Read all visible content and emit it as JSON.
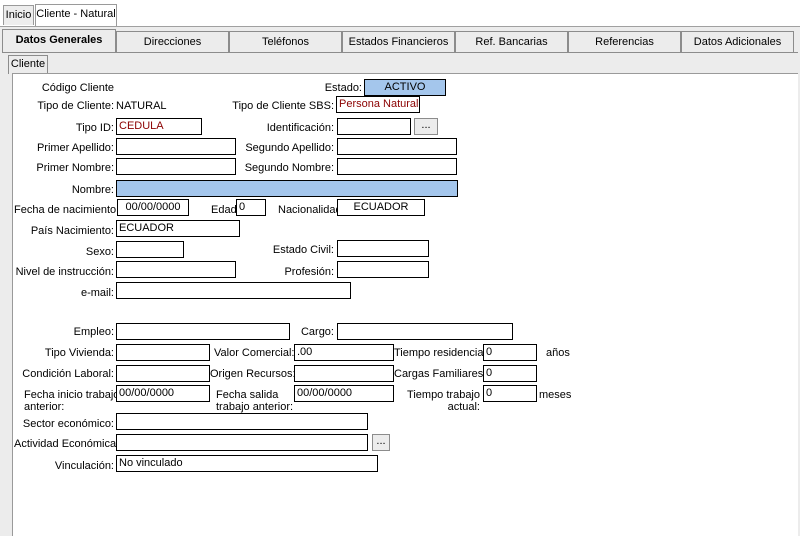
{
  "top_tabs": [
    "Inicio",
    "Cliente - Natural"
  ],
  "tabs": [
    "Datos Generales",
    "Direcciones",
    "Teléfonos",
    "Estados Financieros",
    "Ref. Bancarias",
    "Referencias",
    "Datos Adicionales"
  ],
  "subtab": "Cliente",
  "form": {
    "codigo_cliente_label": "Código Cliente",
    "estado_label": "Estado:",
    "estado_value": "ACTIVO",
    "tipo_cliente_label": "Tipo de Cliente:",
    "tipo_cliente_value": "NATURAL",
    "tipo_cliente_sbs_label": "Tipo de Cliente SBS:",
    "tipo_cliente_sbs_value": "Persona Natural",
    "tipo_id_label": "Tipo ID:",
    "tipo_id_value": "CEDULA",
    "identificacion_label": "Identificación:",
    "identificacion_value": "",
    "browse_label": "...",
    "primer_apellido_label": "Primer Apellido:",
    "primer_apellido_value": "",
    "segundo_apellido_label": "Segundo Apellido:",
    "segundo_apellido_value": "",
    "primer_nombre_label": "Primer Nombre:",
    "primer_nombre_value": "",
    "segundo_nombre_label": "Segundo Nombre:",
    "segundo_nombre_value": "",
    "nombre_label": "Nombre:",
    "nombre_value": "",
    "fecha_nac_label": "Fecha de nacimiento:",
    "fecha_nac_value": "00/00/0000",
    "edad_label": "Edad:",
    "edad_value": "0",
    "nacionalidad_label": "Nacionalidad:",
    "nacionalidad_value": "ECUADOR",
    "pais_nac_label": "País Nacimiento:",
    "pais_nac_value": "ECUADOR",
    "sexo_label": "Sexo:",
    "sexo_value": "",
    "estado_civil_label": "Estado Civil:",
    "estado_civil_value": "",
    "nivel_instruccion_label": "Nivel de instrucción:",
    "nivel_instruccion_value": "",
    "profesion_label": "Profesión:",
    "profesion_value": "",
    "email_label": "e-mail:",
    "email_value": "",
    "empleo_label": "Empleo:",
    "empleo_value": "",
    "cargo_label": "Cargo:",
    "cargo_value": "",
    "tipo_vivienda_label": "Tipo Vivienda:",
    "tipo_vivienda_value": "",
    "valor_comercial_label": "Valor Comercial:",
    "valor_comercial_value": ".00",
    "tiempo_residencia_label": "Tiempo residencia:",
    "tiempo_residencia_value": "0",
    "anios_label": "años",
    "condicion_laboral_label": "Condición Laboral:",
    "condicion_laboral_value": "",
    "origen_recursos_label": "Origen Recursos:",
    "origen_recursos_value": "",
    "cargas_familiares_label": "Cargas Familiares:",
    "cargas_familiares_value": "0",
    "fecha_inicio_label_1": "Fecha inicio trabajo",
    "fecha_inicio_label_2": "anterior:",
    "fecha_inicio_value": "00/00/0000",
    "fecha_salida_label_1": "Fecha salida",
    "fecha_salida_label_2": "trabajo anterior:",
    "fecha_salida_value": "00/00/0000",
    "tiempo_trabajo_label_1": "Tiempo trabajo",
    "tiempo_trabajo_label_2": "actual:",
    "tiempo_trabajo_value": "0",
    "meses_label": "meses",
    "sector_economico_label": "Sector económico:",
    "sector_economico_value": "",
    "actividad_economica_label": "Actividad Económica:",
    "actividad_economica_value": "",
    "vinculacion_label": "Vinculación:",
    "vinculacion_value": "No vinculado"
  },
  "colors": {
    "highlight": "#a4c6ec",
    "red_text": "#8b0000"
  }
}
